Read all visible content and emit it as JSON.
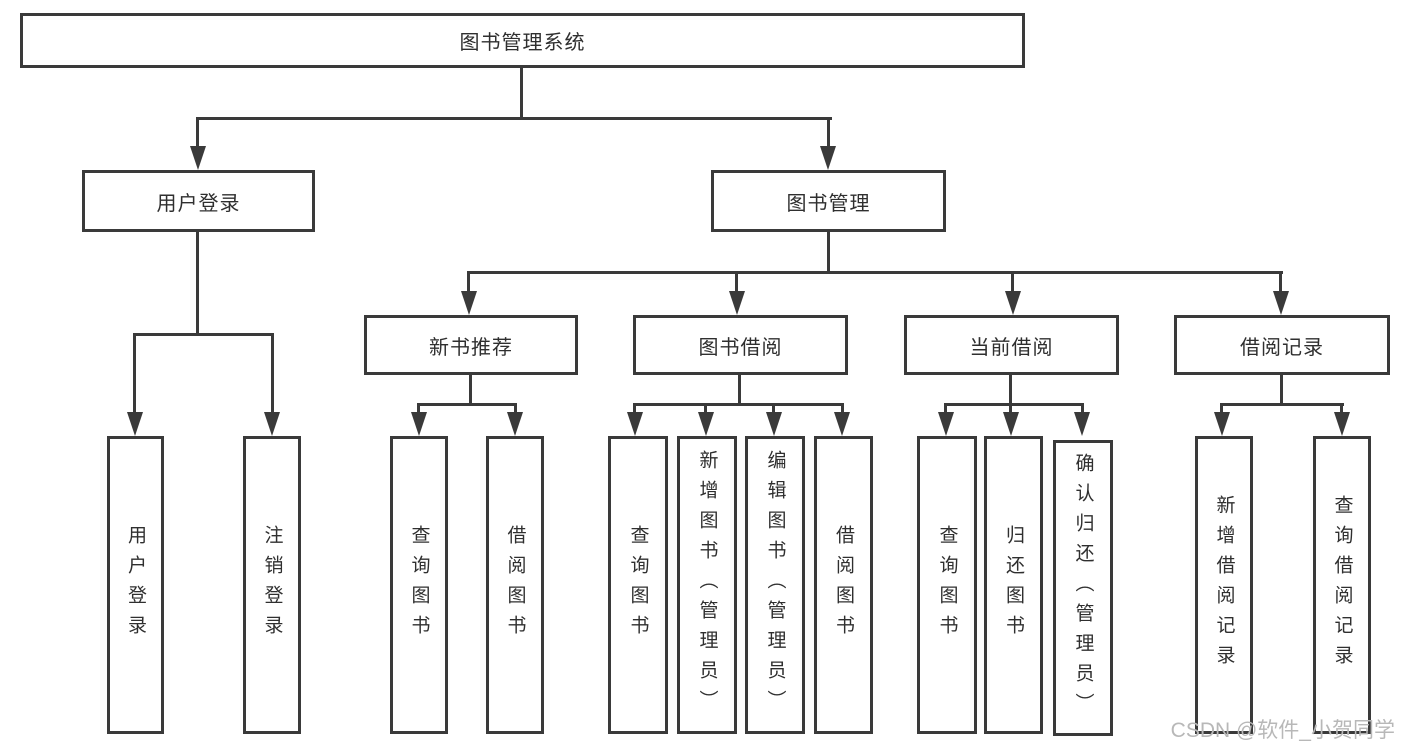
{
  "colors": {
    "line": "#3a3a3a",
    "text": "#2f2f2f",
    "watermark_text": "#b8b8b8",
    "background": "#ffffff"
  },
  "watermark": {
    "label": "CSDN @软件_小贺同学"
  },
  "tree": {
    "root": {
      "label": "图书管理系统",
      "children": [
        {
          "label": "用户登录",
          "children": [
            {
              "label": "用户登录"
            },
            {
              "label": "注销登录"
            }
          ]
        },
        {
          "label": "图书管理",
          "children": [
            {
              "label": "新书推荐",
              "children": [
                {
                  "label": "查询图书"
                },
                {
                  "label": "借阅图书"
                }
              ]
            },
            {
              "label": "图书借阅",
              "children": [
                {
                  "label": "查询图书"
                },
                {
                  "label": "新增图书（管理员）"
                },
                {
                  "label": "编辑图书（管理员）"
                },
                {
                  "label": "借阅图书"
                }
              ]
            },
            {
              "label": "当前借阅",
              "children": [
                {
                  "label": "查询图书"
                },
                {
                  "label": "归还图书"
                },
                {
                  "label": "确认归还（管理员）"
                }
              ]
            },
            {
              "label": "借阅记录",
              "children": [
                {
                  "label": "新增借阅记录"
                },
                {
                  "label": "查询借阅记录"
                }
              ]
            }
          ]
        }
      ]
    }
  }
}
